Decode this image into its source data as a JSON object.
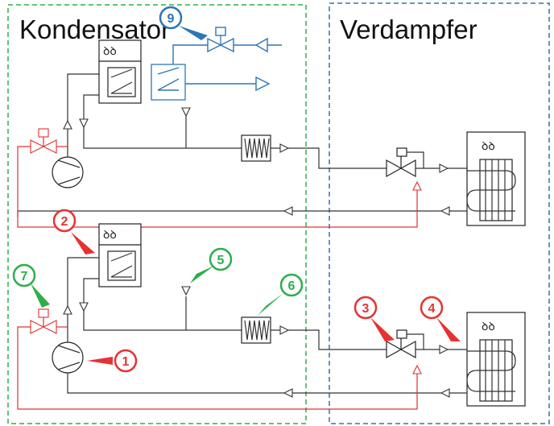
{
  "labels": {
    "condenser": "Kondensator",
    "evaporator": "Verdampfer"
  },
  "fan_glyph": "ꝺꝺ",
  "markers": [
    {
      "id": "1",
      "color": "#e63232"
    },
    {
      "id": "2",
      "color": "#e63232"
    },
    {
      "id": "3",
      "color": "#e63232"
    },
    {
      "id": "4",
      "color": "#e63232"
    },
    {
      "id": "5",
      "color": "#2eae4a"
    },
    {
      "id": "6",
      "color": "#2eae4a"
    },
    {
      "id": "7",
      "color": "#2eae4a"
    },
    {
      "id": "9",
      "color": "#2e75b6"
    }
  ],
  "colors": {
    "condenser_border": "#2eae4a",
    "evaporator_border": "#2e75b6",
    "hot_gas_line": "#e03030",
    "water_circuit": "#2e75b6"
  }
}
